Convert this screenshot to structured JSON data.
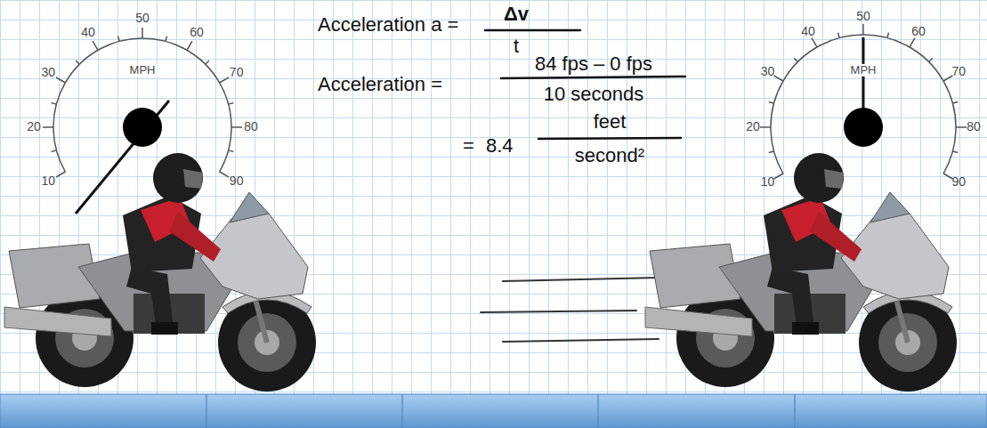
{
  "diagram": {
    "labels": [
      "50",
      "40",
      "60",
      "30",
      "MPH",
      "70",
      "20",
      "80",
      "10",
      "90",
      "Acceleration a =",
      "Δv",
      "t",
      "Acceleration =",
      "84 fps – 0 fps",
      "10 seconds",
      "=",
      "8.4",
      "feet",
      "second²",
      "50",
      "40",
      "60",
      "30",
      "MPH",
      "70",
      "20",
      "80",
      "10",
      "90"
    ]
  }
}
